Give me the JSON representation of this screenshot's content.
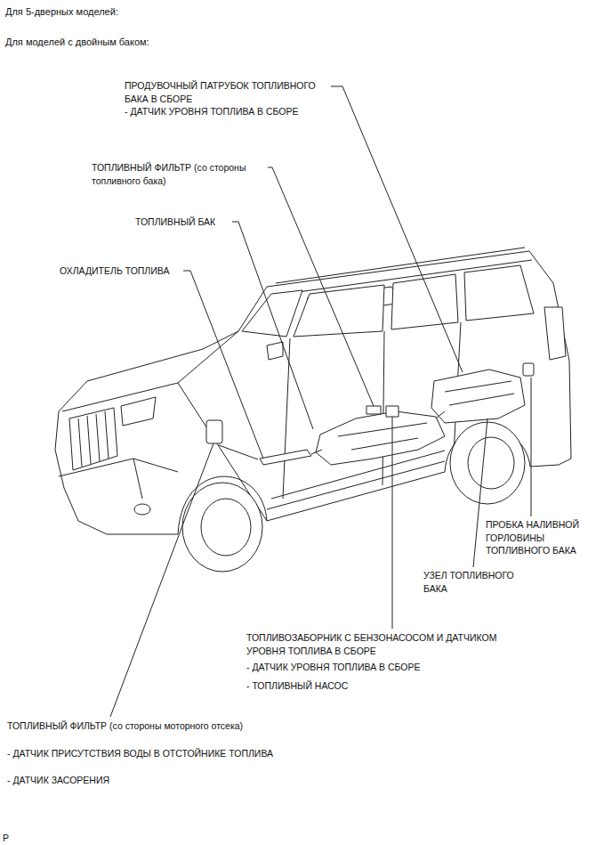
{
  "diagram": {
    "labels": [
      "Для 5-дверных моделей:",
      "Для моделей с двойным баком:",
      "ПРОДУВОЧНЫЙ ПАТРУБОК ТОПЛИВНОГО БАКА В СБОРЕ",
      "- ДАТЧИК УРОВНЯ ТОПЛИВА В СБОРЕ",
      "ТОПЛИВНЫЙ ФИЛЬТР (со стороны топливного бака)",
      "ТОПЛИВНЫЙ БАК",
      "ОХЛАДИТЕЛЬ ТОПЛИВА",
      "ПРОБКА НАЛИВНОЙ ГОРЛОВИНЫ ТОПЛИВНОГО БАКА",
      "УЗЕЛ ТОПЛИВНОГО БАКА",
      "ТОПЛИВОЗАБОРНИК С БЕНЗОНАСОСОМ И ДАТЧИКОМ УРОВНЯ ТОПЛИВА В СБОРЕ",
      "- ДАТЧИК УРОВНЯ ТОПЛИВА В СБОРЕ",
      "- ТОПЛИВНЫЙ НАСОС",
      "ТОПЛИВНЫЙ ФИЛЬТР (со стороны моторного отсека)",
      "- ДАТЧИК ПРИСУТСТВИЯ ВОДЫ В ОТСТОЙНИКЕ ТОПЛИВА",
      "- ДАТЧИК ЗАСОРЕНИЯ",
      "P"
    ]
  }
}
